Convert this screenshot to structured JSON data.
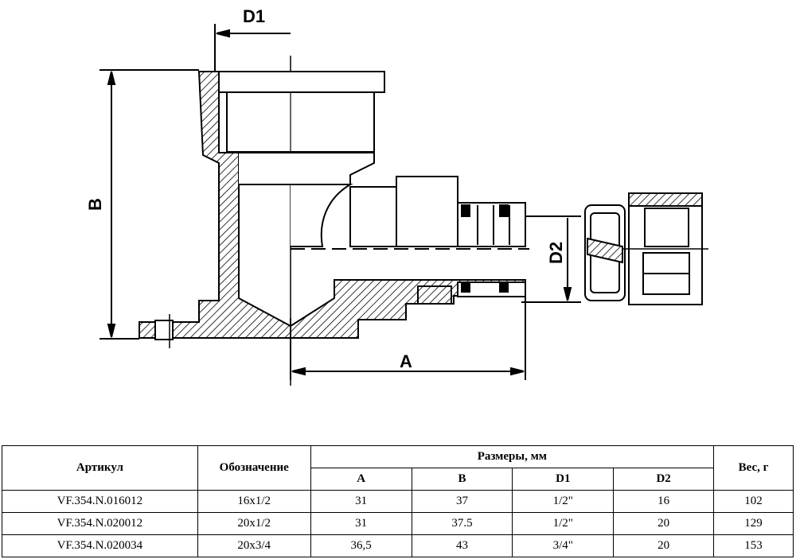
{
  "drawing": {
    "labels": {
      "d1": "D1",
      "b": "B",
      "d2": "D2",
      "a": "A"
    }
  },
  "table": {
    "headers": {
      "article": "Артикул",
      "designation": "Обозначение",
      "dimensions": "Размеры, мм",
      "weight": "Вес, г",
      "sub": [
        "A",
        "B",
        "D1",
        "D2"
      ]
    },
    "rows": [
      {
        "article": "VF.354.N.016012",
        "designation": "16x1/2",
        "a": "31",
        "b": "37",
        "d1": "1/2\"",
        "d2": "16",
        "weight": "102"
      },
      {
        "article": "VF.354.N.020012",
        "designation": "20x1/2",
        "a": "31",
        "b": "37.5",
        "d1": "1/2\"",
        "d2": "20",
        "weight": "129"
      },
      {
        "article": "VF.354.N.020034",
        "designation": "20x3/4",
        "a": "36,5",
        "b": "43",
        "d1": "3/4\"",
        "d2": "20",
        "weight": "153"
      }
    ]
  }
}
